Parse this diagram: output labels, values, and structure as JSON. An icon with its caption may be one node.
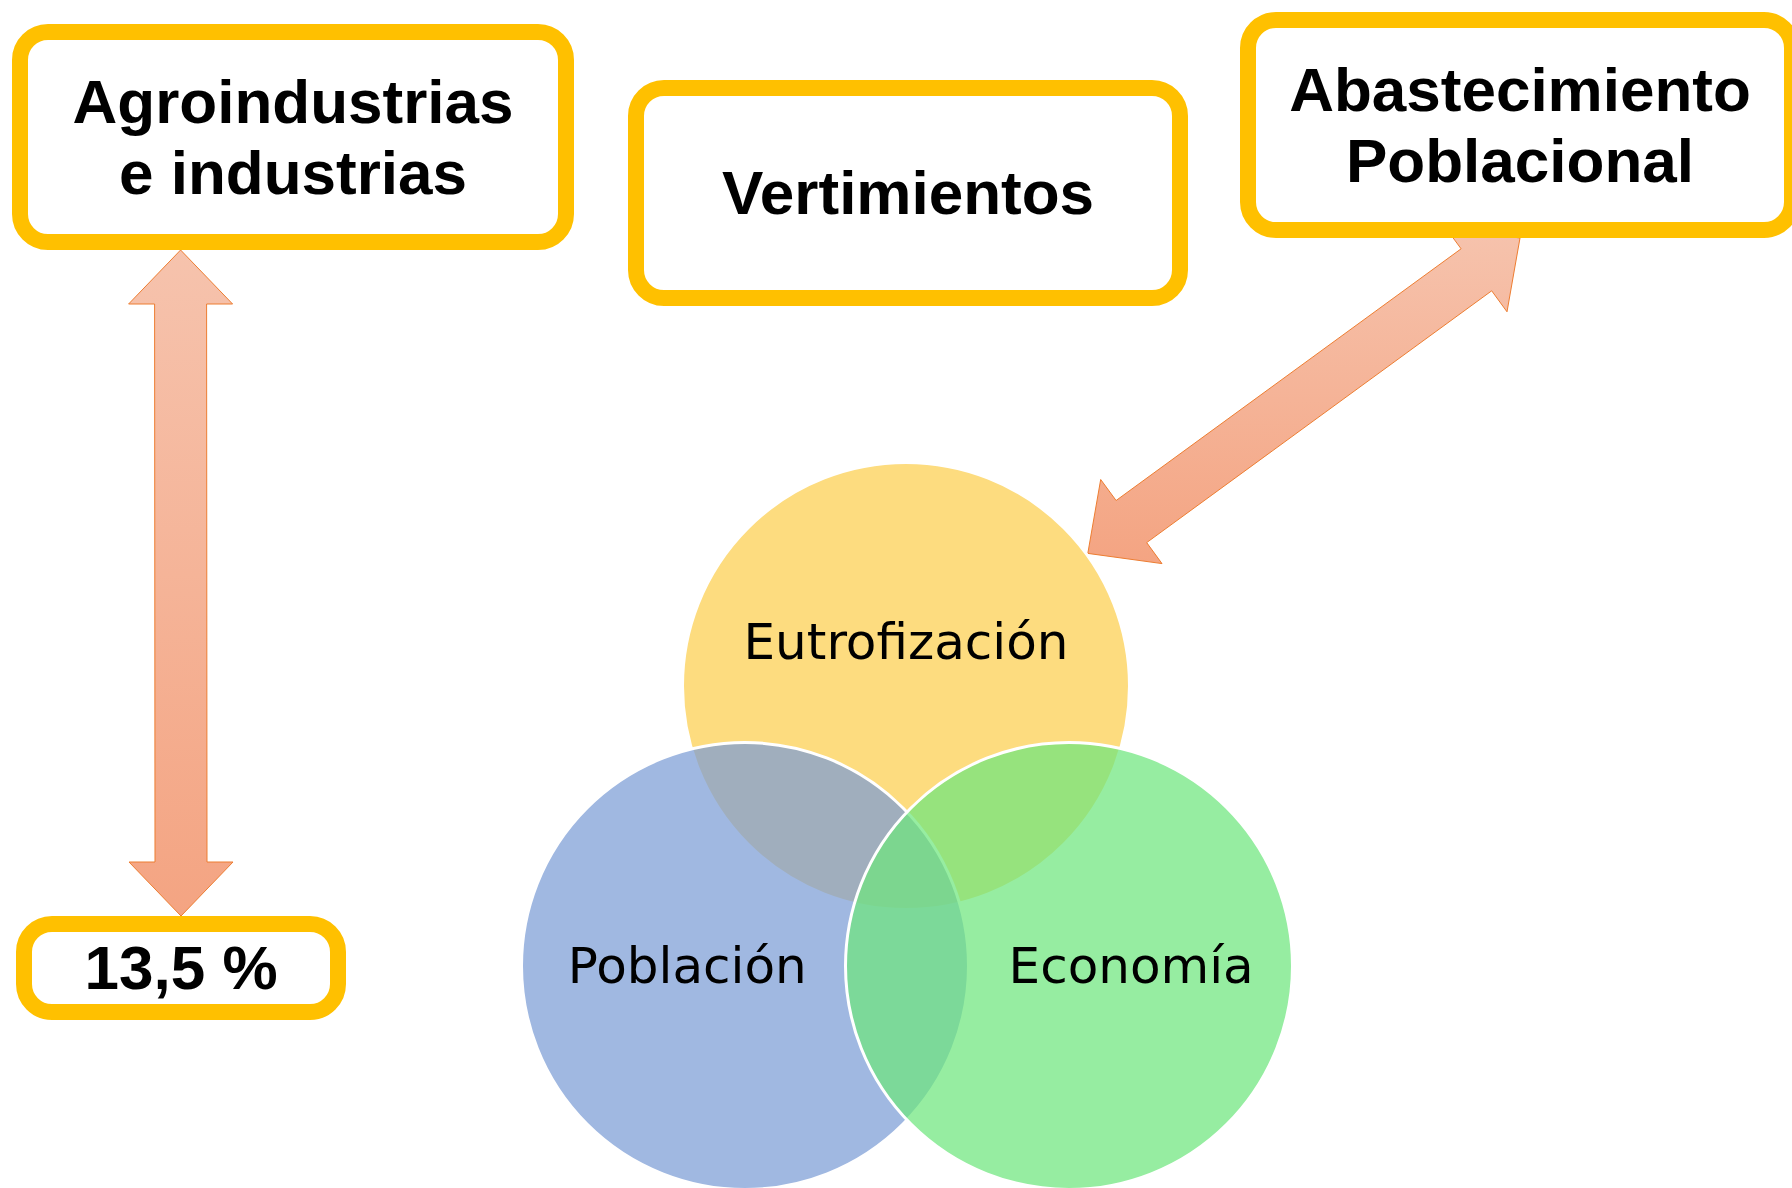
{
  "diagram": {
    "nodes": [
      {
        "text": [
          "Agroindustrias e industrias"
        ]
      },
      {
        "text": [
          "Vertimientos"
        ]
      },
      {
        "text": [
          "Abastecimiento Poblacional"
        ]
      },
      {
        "text": [
          "13,5 %"
        ]
      },
      {
        "text": [
          "Eutrofización"
        ]
      },
      {
        "text": [
          "Población"
        ]
      },
      {
        "text": [
          "Economía"
        ]
      }
    ],
    "edges": [
      {
        "from": 0,
        "to": 3,
        "arrow": "both"
      },
      {
        "from": 2,
        "to": 4,
        "arrow": "both"
      }
    ]
  }
}
